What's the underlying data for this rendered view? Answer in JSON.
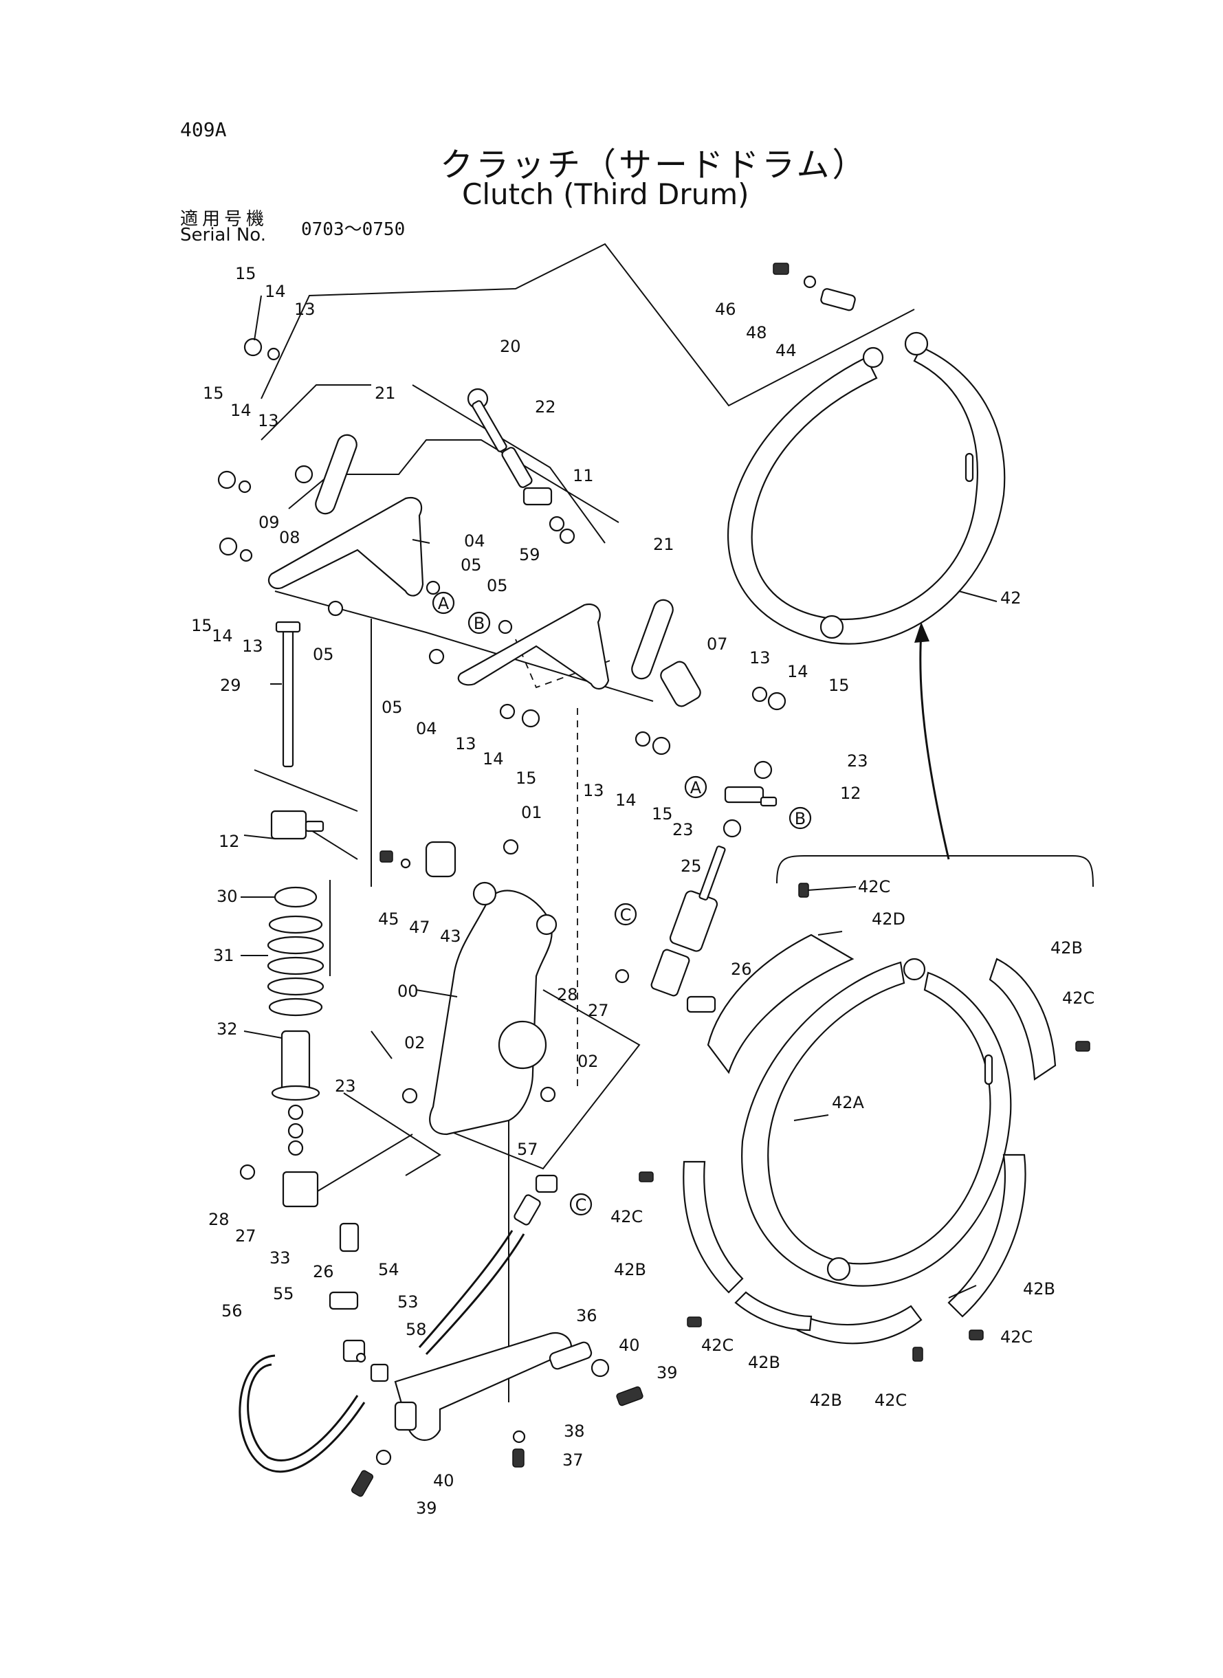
{
  "header": {
    "page_id": "409A",
    "title_jp": "クラッチ（サードドラム）",
    "title_en": "Clutch (Third Drum)",
    "serial_label_jp": "適用号機",
    "serial_label_en": "Serial No.",
    "serial_range": "0703～0750"
  },
  "callouts": [
    {
      "key": "c15a",
      "text": "15"
    },
    {
      "key": "c14a",
      "text": "14"
    },
    {
      "key": "c13a",
      "text": "13"
    },
    {
      "key": "c15b",
      "text": "15"
    },
    {
      "key": "c14b",
      "text": "14"
    },
    {
      "key": "c13b",
      "text": "13"
    },
    {
      "key": "c09",
      "text": "09"
    },
    {
      "key": "c08",
      "text": "08"
    },
    {
      "key": "c15c",
      "text": "15"
    },
    {
      "key": "c14c",
      "text": "14"
    },
    {
      "key": "c13c",
      "text": "13"
    },
    {
      "key": "c21a",
      "text": "21"
    },
    {
      "key": "c20",
      "text": "20"
    },
    {
      "key": "c22",
      "text": "22"
    },
    {
      "key": "c11",
      "text": "11"
    },
    {
      "key": "c59",
      "text": "59"
    },
    {
      "key": "c04a",
      "text": "04"
    },
    {
      "key": "c05a",
      "text": "05"
    },
    {
      "key": "c05b",
      "text": "05"
    },
    {
      "key": "c05c",
      "text": "05"
    },
    {
      "key": "c05d",
      "text": "05"
    },
    {
      "key": "c21b",
      "text": "21"
    },
    {
      "key": "c07",
      "text": "07"
    },
    {
      "key": "c13d",
      "text": "13"
    },
    {
      "key": "c14d",
      "text": "14"
    },
    {
      "key": "c15d",
      "text": "15"
    },
    {
      "key": "c29",
      "text": "29"
    },
    {
      "key": "c04b",
      "text": "04"
    },
    {
      "key": "c13e",
      "text": "13"
    },
    {
      "key": "c14e",
      "text": "14"
    },
    {
      "key": "c15e",
      "text": "15"
    },
    {
      "key": "c13f",
      "text": "13"
    },
    {
      "key": "c14f",
      "text": "14"
    },
    {
      "key": "c15f",
      "text": "15"
    },
    {
      "key": "c23a",
      "text": "23"
    },
    {
      "key": "c12a",
      "text": "12"
    },
    {
      "key": "c23b",
      "text": "23"
    },
    {
      "key": "c01",
      "text": "01"
    },
    {
      "key": "c12b",
      "text": "12"
    },
    {
      "key": "c30",
      "text": "30"
    },
    {
      "key": "c45",
      "text": "45"
    },
    {
      "key": "c47",
      "text": "47"
    },
    {
      "key": "c43",
      "text": "43"
    },
    {
      "key": "c25",
      "text": "25"
    },
    {
      "key": "c31",
      "text": "31"
    },
    {
      "key": "c00",
      "text": "00"
    },
    {
      "key": "c28a",
      "text": "28"
    },
    {
      "key": "c27a",
      "text": "27"
    },
    {
      "key": "c26a",
      "text": "26"
    },
    {
      "key": "c32",
      "text": "32"
    },
    {
      "key": "c02a",
      "text": "02"
    },
    {
      "key": "c02b",
      "text": "02"
    },
    {
      "key": "c23c",
      "text": "23"
    },
    {
      "key": "c28b",
      "text": "28"
    },
    {
      "key": "c27b",
      "text": "27"
    },
    {
      "key": "c33",
      "text": "33"
    },
    {
      "key": "c26b",
      "text": "26"
    },
    {
      "key": "c57",
      "text": "57"
    },
    {
      "key": "c54",
      "text": "54"
    },
    {
      "key": "c55",
      "text": "55"
    },
    {
      "key": "c56",
      "text": "56"
    },
    {
      "key": "c53",
      "text": "53"
    },
    {
      "key": "c58",
      "text": "58"
    },
    {
      "key": "c36",
      "text": "36"
    },
    {
      "key": "c40a",
      "text": "40"
    },
    {
      "key": "c39a",
      "text": "39"
    },
    {
      "key": "c38",
      "text": "38"
    },
    {
      "key": "c37",
      "text": "37"
    },
    {
      "key": "c40b",
      "text": "40"
    },
    {
      "key": "c39b",
      "text": "39"
    },
    {
      "key": "c46",
      "text": "46"
    },
    {
      "key": "c48",
      "text": "48"
    },
    {
      "key": "c44",
      "text": "44"
    },
    {
      "key": "c42",
      "text": "42"
    },
    {
      "key": "c42c1",
      "text": "42C"
    },
    {
      "key": "c42d",
      "text": "42D"
    },
    {
      "key": "c42b1",
      "text": "42B"
    },
    {
      "key": "c42c2",
      "text": "42C"
    },
    {
      "key": "c42a",
      "text": "42A"
    },
    {
      "key": "c42c3",
      "text": "42C"
    },
    {
      "key": "c42b2",
      "text": "42B"
    },
    {
      "key": "c42b3",
      "text": "42B"
    },
    {
      "key": "c42c4",
      "text": "42C"
    },
    {
      "key": "c42c5",
      "text": "42C"
    },
    {
      "key": "c42b4",
      "text": "42B"
    },
    {
      "key": "c42b5",
      "text": "42B"
    },
    {
      "key": "c42c6",
      "text": "42C"
    }
  ],
  "connectors": [
    {
      "key": "A1",
      "text": "A"
    },
    {
      "key": "B1",
      "text": "B"
    },
    {
      "key": "A2",
      "text": "A"
    },
    {
      "key": "B2",
      "text": "B"
    },
    {
      "key": "C1",
      "text": "C"
    },
    {
      "key": "C2",
      "text": "C"
    }
  ]
}
